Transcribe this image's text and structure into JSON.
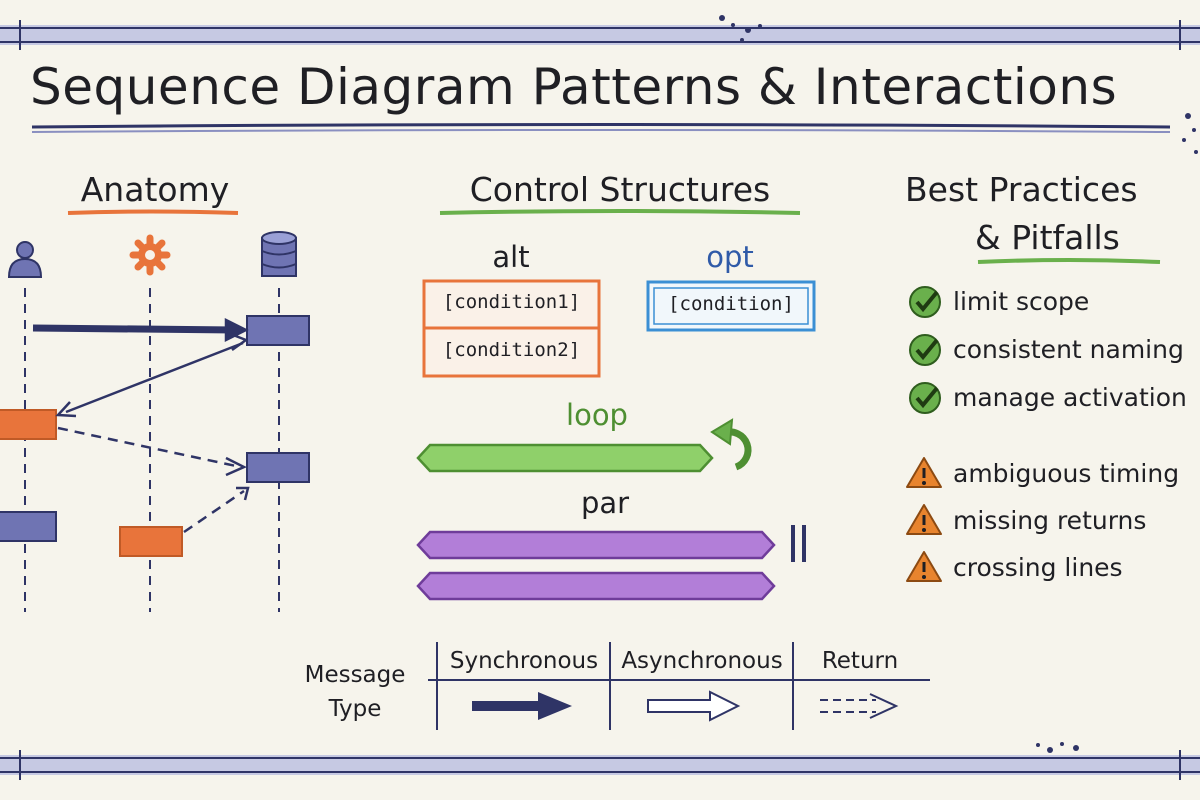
{
  "title": "Sequence Diagram Patterns & Interactions",
  "sections": {
    "anatomy": "Anatomy",
    "control": "Control Structures",
    "best_line1": "Best Practices",
    "best_line2": "& Pitfalls"
  },
  "control": {
    "alt_label": "alt",
    "alt_conditions": [
      "[condition1]",
      "[condition2]"
    ],
    "opt_label": "opt",
    "opt_condition": "[condition]",
    "loop_label": "loop",
    "par_label": "par"
  },
  "best_practices": [
    "limit scope",
    "consistent naming",
    "manage activation"
  ],
  "pitfalls": [
    "ambiguous timing",
    "missing returns",
    "crossing lines"
  ],
  "message_types": {
    "row_label_line1": "Message",
    "row_label_line2": "Type",
    "columns": [
      "Synchronous",
      "Asynchronous",
      "Return"
    ]
  },
  "colors": {
    "orange": "#e8743b",
    "green": "#6ab04c",
    "blue": "#3b8fd4",
    "purple": "#9b59c8",
    "slate": "#6f74b3",
    "navy": "#2f3466",
    "check": "#5a9a3c",
    "warn": "#e8842e"
  }
}
